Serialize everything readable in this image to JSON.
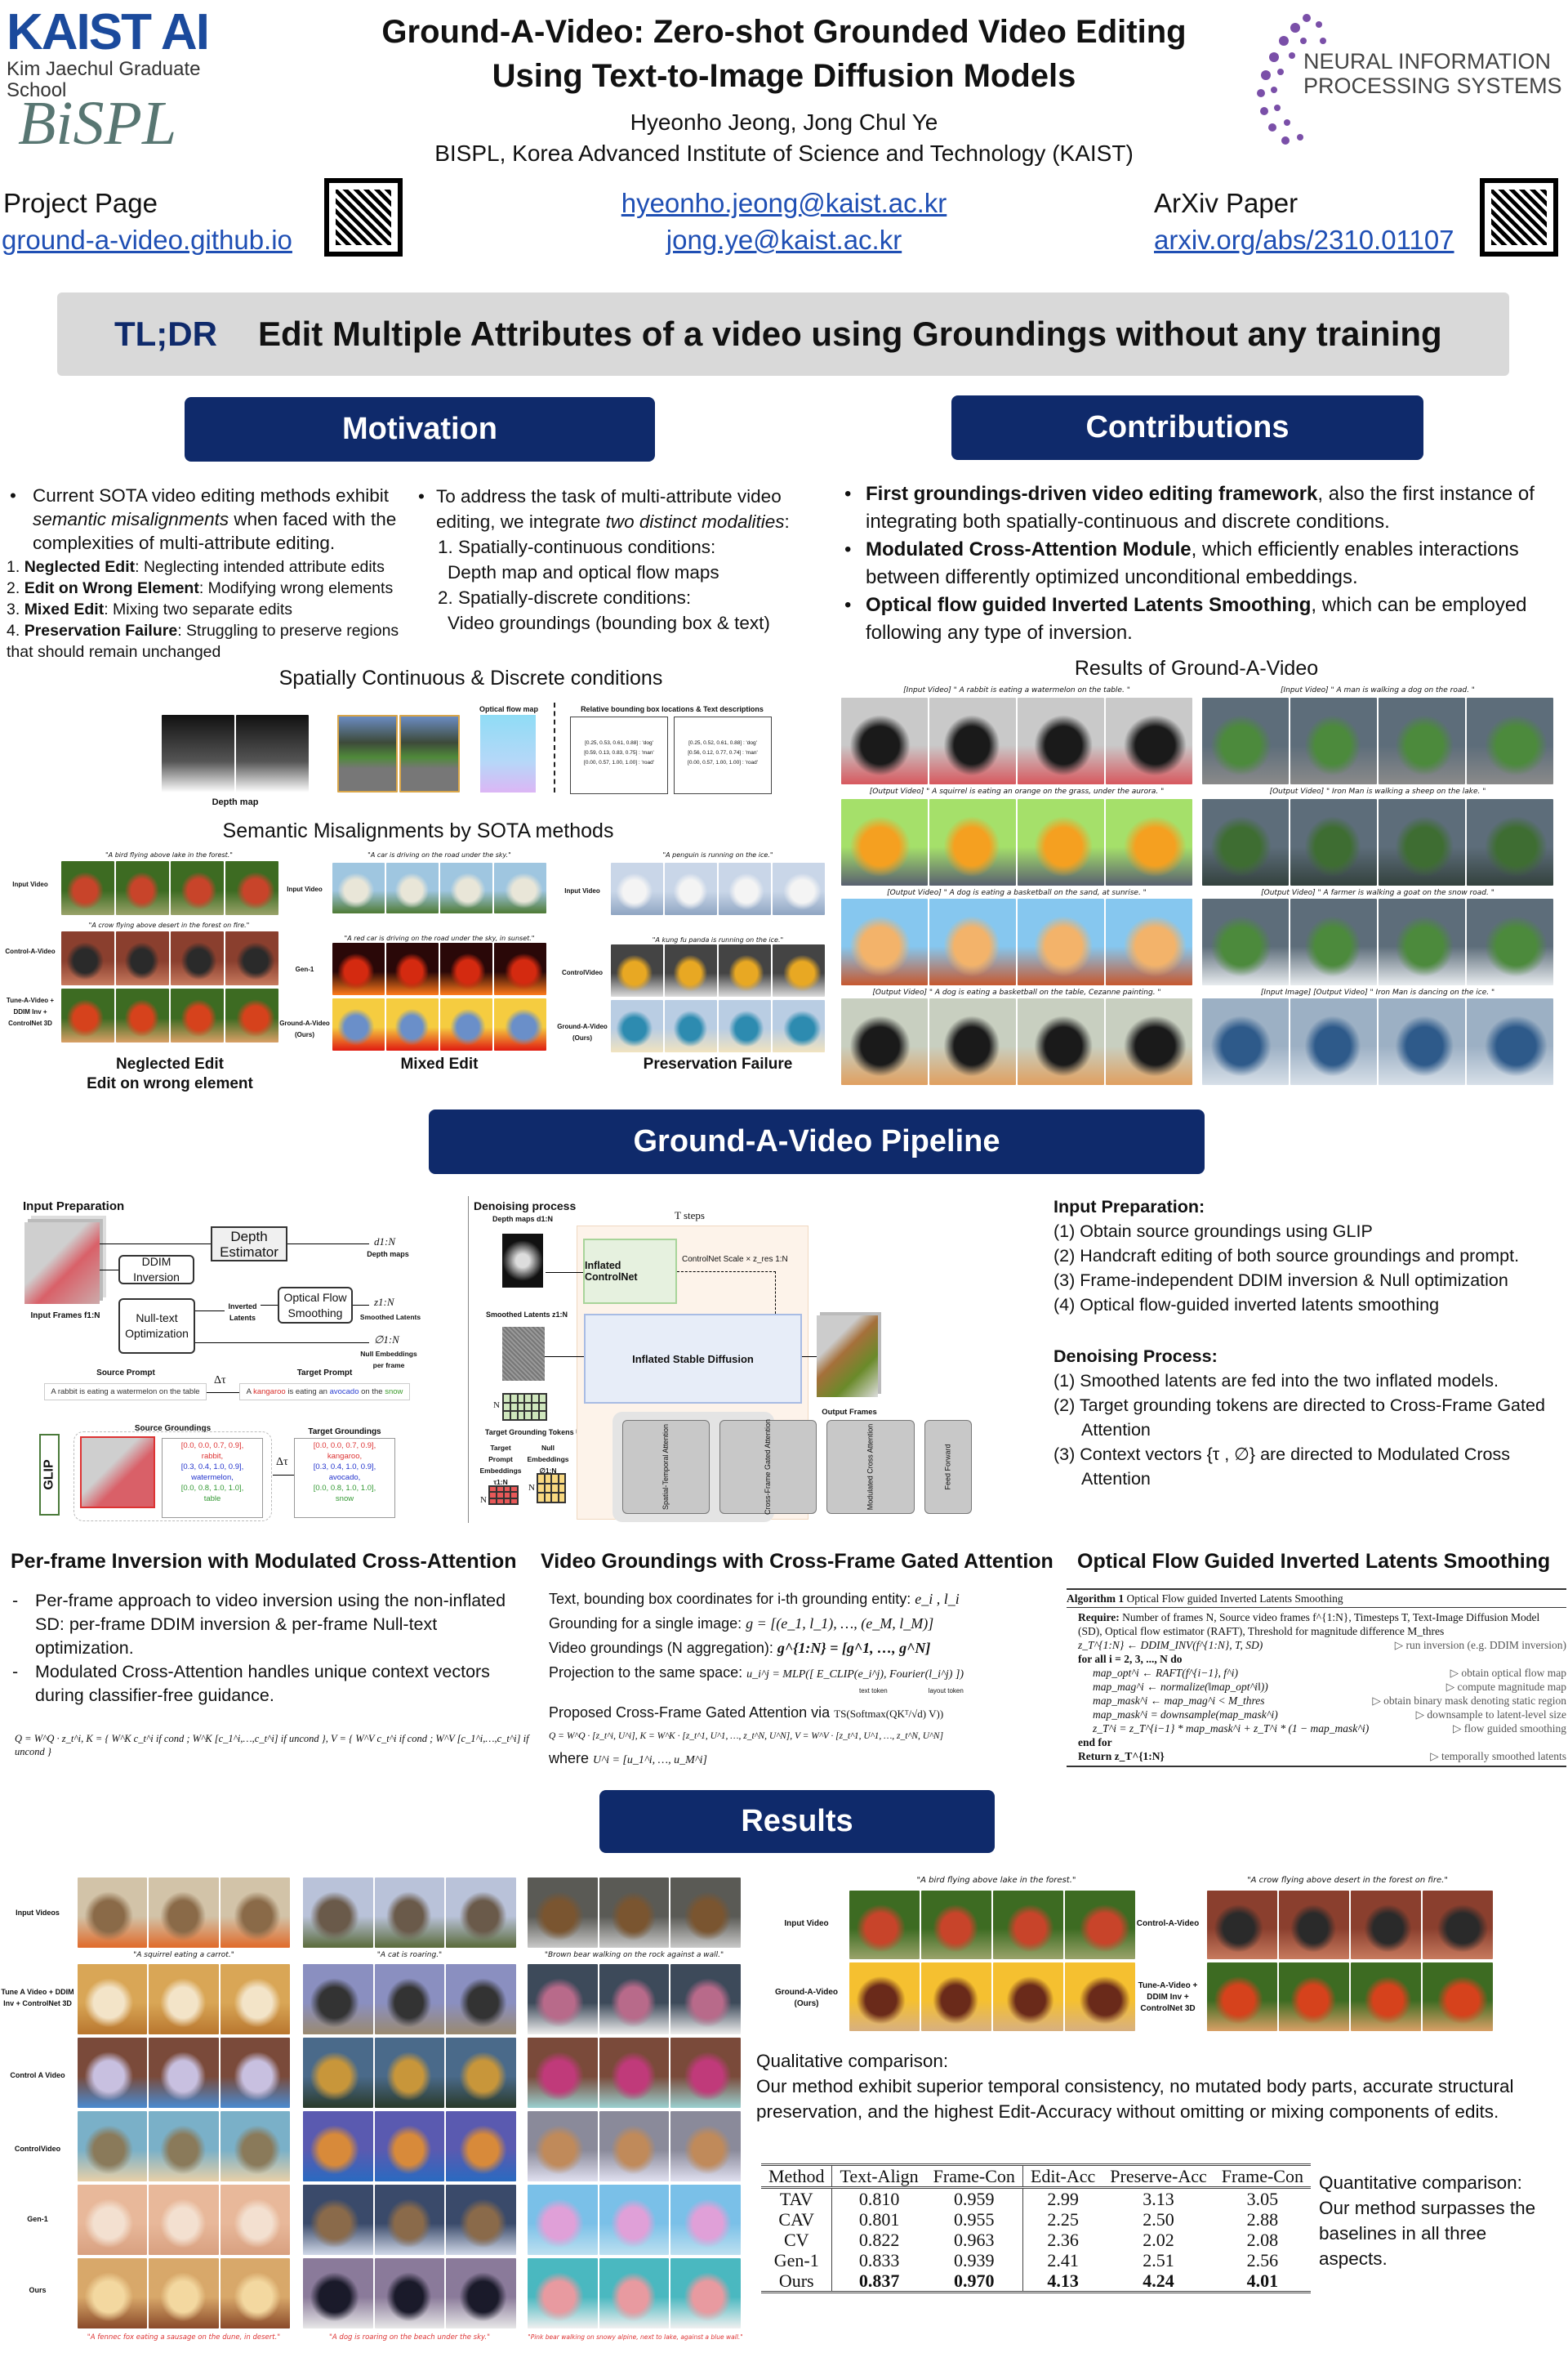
{
  "header": {
    "logo_kaist": "KAIST AI",
    "logo_kaist_sub": "Kim Jaechul Graduate School",
    "logo_bispl": "BiSPL",
    "logo_neurips": "NEURAL INFORMATION PROCESSING SYSTEMS",
    "title_line1": "Ground-A-Video: Zero-shot Grounded Video Editing",
    "title_line2": "Using Text-to-Image Diffusion Models",
    "authors": "Hyeonho Jeong,  Jong Chul Ye",
    "affiliation": "BISPL, Korea Advanced Institute of Science and Technology (KAIST)",
    "project_label": "Project Page",
    "project_link": "ground-a-video.github.io",
    "email1": "hyeonho.jeong@kaist.ac.kr",
    "email2": "jong.ye@kaist.ac.kr",
    "arxiv_label": "ArXiv Paper",
    "arxiv_link": "arxiv.org/abs/2310.01107"
  },
  "tldr": {
    "tag": "TL;DR",
    "text": "Edit Multiple Attributes of a video using Groundings without any training"
  },
  "motivation": {
    "title": "Motivation",
    "bullet1_pre": "Current SOTA video editing methods exhibit ",
    "bullet1_em": "semantic misalignments",
    "bullet1_post": " when faced with the complexities of multi-attribute editing.",
    "failures": [
      {
        "num": "1.",
        "name": "Neglected Edit",
        "desc": ": Neglecting intended attribute edits"
      },
      {
        "num": "2.",
        "name": "Edit on Wrong Element",
        "desc": ": Modifying wrong elements"
      },
      {
        "num": "3.",
        "name": "Mixed Edit",
        "desc": ": Mixing two separate edits"
      },
      {
        "num": "4.",
        "name": "Preservation Failure",
        "desc": ": Struggling to preserve regions that should remain unchanged"
      }
    ],
    "bullet2_pre": "To address the task of multi-attribute video editing, we integrate ",
    "bullet2_em": "two distinct modalities",
    "bullet2_post": ":",
    "cond1": "1. Spatially-continuous conditions:",
    "cond1_desc": "Depth map and optical flow maps",
    "cond2": "2. Spatially-discrete conditions:",
    "cond2_desc": "Video groundings (bounding box & text)"
  },
  "contributions": {
    "title": "Contributions",
    "items": [
      {
        "bold": "First groundings-driven video editing framework",
        "rest": ", also the first instance of integrating both spatially-continuous and discrete conditions."
      },
      {
        "bold": "Modulated Cross-Attention Module",
        "rest": ", which efficiently enables interactions between differently optimized unconditional embeddings."
      },
      {
        "bold": "Optical flow guided Inverted Latents Smoothing",
        "rest": ", which can be employed following any type of inversion."
      }
    ]
  },
  "conditions_fig": {
    "title": "Spatially Continuous & Discrete conditions",
    "depth_label": "Depth map",
    "flow_label": "Optical flow map",
    "bbox_label": "Relative bounding box locations & Text descriptions",
    "frame1": [
      "[0.25, 0.53, 0.61, 0.88] : 'dog'",
      "[0.59, 0.13, 0.83, 0.75] : 'man'",
      "[0.00, 0.57, 1.00, 1.00] : 'road'"
    ],
    "frame2": [
      "[0.25, 0.52, 0.61, 0.88] : 'dog'",
      "[0.56, 0.12, 0.77, 0.74] : 'man'",
      "[0.00, 0.57, 1.00, 1.00] : 'road'"
    ]
  },
  "misalign_fig": {
    "title": "Semantic Misalignments by SOTA methods",
    "g1": {
      "cap_in": "\"A bird flying above lake in the forest.\"",
      "cap_out": "\"A crow flying above desert in the forest on fire.\"",
      "row1": "Input Video",
      "row2": "Control-A-Video",
      "row3": "Tune-A-Video + DDIM Inv + ControlNet 3D",
      "title": "Neglected Edit",
      "title2": "Edit on wrong element"
    },
    "g2": {
      "cap_in": "\"A car is driving on the road under the sky.\"",
      "cap_out": "\"A red car is driving on the road under the sky, in sunset.\"",
      "row1": "Input Video",
      "row2": "Gen-1",
      "row3": "Ground-A-Video (Ours)",
      "title": "Mixed Edit"
    },
    "g3": {
      "cap_in": "\"A penguin is running on the ice.\"",
      "cap_out": "\"A kung fu panda is running on the ice.\"",
      "row1": "Input Video",
      "row2": "ControlVideo",
      "row3": "Ground-A-Video (Ours)",
      "title": "Preservation Failure"
    }
  },
  "results_fig": {
    "title": "Results of Ground-A-Video",
    "left": [
      "[Input Video]  \" A rabbit is eating a watermelon on the table. \"",
      "[Output Video]  \" A squirrel is eating an orange on the grass, under the aurora. \"",
      "[Output Video]  \" A dog is eating a basketball on the sand, at sunrise. \"",
      "[Output Video]  \" A dog is eating a basketball on the table, Cezanne painting. \""
    ],
    "right": [
      "[Input Video]  \" A man is walking a dog on the road. \"",
      "[Output Video]  \" Iron Man is walking a sheep on the lake. \"",
      "[Output Video]  \" A farmer is walking a goat on the snow road. \"",
      "[Input Image]      [Output Video]  \" Iron Man is dancing on the ice. \""
    ]
  },
  "pipeline": {
    "title": "Ground-A-Video Pipeline",
    "input_prep": "Input Preparation",
    "input_frames": "Input Frames  f1:N",
    "depth_estimator": "Depth Estimator",
    "ddim_inversion": "DDIM Inversion",
    "null_text": "Null-text Optimization",
    "inverted_latents": "Inverted Latents",
    "optical_flow_smoothing": "Optical Flow Smoothing",
    "out_depth": "d1:N",
    "out_depth_label": "Depth maps",
    "out_latent": "z1:N",
    "out_latent_label": "Smoothed Latents",
    "out_null": "∅1:N",
    "out_null_label": "Null Embeddings per frame",
    "source_prompt_label": "Source Prompt",
    "source_prompt": "A rabbit is eating a watermelon on the table",
    "target_prompt_label": "Target Prompt",
    "target_prompt": {
      "p1": "A ",
      "w1": "kangaroo",
      "p2": " is eating an ",
      "w2": "avocado",
      "p3": " on the ",
      "w3": "snow"
    },
    "delta": "Δτ",
    "glip": "GLIP",
    "source_groundings": "Source Groundings",
    "target_groundings": "Target Groundings",
    "src_g": [
      "[0.0, 0.0, 0.7, 0.9],",
      "rabbit,",
      "[0.3, 0.4, 1.0, 0.9],",
      "watermelon,",
      "[0.0, 0.8, 1.0, 1.0],",
      "table"
    ],
    "tgt_g": [
      "[0.0, 0.0, 0.7, 0.9],",
      "kangaroo,",
      "[0.3, 0.4, 1.0, 0.9],",
      "avocado,",
      "[0.0, 0.8, 1.0, 1.0],",
      "snow"
    ],
    "denoising": "Denoising process",
    "depth_maps": "Depth maps  d1:N",
    "smoothed_latents": "Smoothed Latents  z1:N",
    "t_steps": "T steps",
    "controlnet": "Inflated ControlNet",
    "controlnet_scale": "ControlNet Scale × z_res 1:N",
    "stable_diffusion": "Inflated Stable Diffusion",
    "output_frames": "Output Frames",
    "grounding_tokens": "Target Grounding Tokens  U1:N",
    "prompt_emb": "Target Prompt Embeddings  τ1:N",
    "null_emb": "Null Embeddings  ∅1:N",
    "n": "N",
    "blocks": [
      "Spatial-Temporal Attention",
      "Cross-Frame Gated Attention",
      "Modulated Cross Attention",
      "Feed Forward"
    ],
    "desc": {
      "prep_title": "Input Preparation:",
      "prep": [
        "(1) Obtain source groundings using GLIP",
        "(2) Handcraft editing of both source groundings and prompt.",
        "(3) Frame-independent DDIM inversion & Null optimization",
        "(4) Optical flow-guided inverted latents smoothing"
      ],
      "den_title": "Denoising Process:",
      "den": [
        "(1) Smoothed latents are fed into the two inflated models.",
        "(2) Target grounding tokens are directed to Cross-Frame Gated Attention",
        "(3) Context vectors {τ , ∅} are directed to Modulated Cross Attention"
      ]
    }
  },
  "perframe": {
    "title": "Per-frame Inversion with Modulated Cross-Attention",
    "items": [
      "Per-frame approach to video inversion using the non-inflated SD: per-frame DDIM inversion & per-frame Null-text optimization.",
      "Modulated Cross-Attention handles unique context vectors during classifier-free guidance."
    ],
    "formula": "Q = W^Q · z_t^i,   K = { W^K c_t^i  if cond ; W^K [c_1^i,…,c_t^i]  if uncond },   V = { W^V c_t^i  if cond ; W^V [c_1^i,…,c_t^i]  if uncond }"
  },
  "groundings": {
    "title": "Video Groundings with Cross-Frame Gated Attention",
    "l1": "Text, bounding box coordinates for i-th grounding entity:",
    "l1m": "e_i ,  l_i",
    "l2": "Grounding for a single image:",
    "l2m": "g = [(e_1, l_1), …, (e_M, l_M)]",
    "l3": "Video groundings (N aggregation):",
    "l3m": "g^{1:N} = [g^1, …, g^N]",
    "l4": "Projection to the same space:",
    "l4m": "u_i^j = MLP([ E_CLIP(e_i^j), Fourier(l_i^j) ])",
    "text_token": "text token",
    "layout_token": "layout token",
    "l5": "Proposed Cross-Frame Gated Attention via",
    "l5m": "TS(Softmax(QKᵀ/√d) V))",
    "l6m": "Q = W^Q · [z_t^i, U^i],   K = W^K · [z_t^1, U^1, …, z_t^N, U^N],   V = W^V · [z_t^1, U^1, …, z_t^N, U^N]",
    "l7": "where",
    "l7m": "U^i = [u_1^i, …, u_M^i]"
  },
  "flow": {
    "title": "Optical Flow Guided Inverted Latents Smoothing",
    "alg_title_b": "Algorithm 1",
    "alg_title": " Optical Flow guided Inverted Latents Smoothing",
    "require_b": "Require:",
    "require": " Number of frames N, Source video frames f^{1:N}, Timesteps T, Text-Image Diffusion Model (SD), Optical flow estimator (RAFT), Threshold for magnitude difference M_thres",
    "lines": [
      {
        "code": "z_T^{1:N} ← DDIM_INV(f^{1:N}, T, SD)",
        "comment": "▷ run inversion (e.g. DDIM inversion)",
        "indent": 0
      },
      {
        "code": "for all i = 2, 3, ..., N do",
        "comment": "",
        "indent": 0
      },
      {
        "code": "map_opt^i ← RAFT(f^{i−1}, f^i)",
        "comment": "▷ obtain optical flow map",
        "indent": 1
      },
      {
        "code": "map_mag^i ← normalize(‖map_opt^i‖))",
        "comment": "▷ compute magnitude map",
        "indent": 1
      },
      {
        "code": "map_mask^i ← map_mag^i < M_thres",
        "comment": "▷ obtain binary mask denoting static region",
        "indent": 1
      },
      {
        "code": "map_mask^i = downsample(map_mask^i)",
        "comment": "▷ downsample to latent-level size",
        "indent": 1
      },
      {
        "code": "z_T^i = z_T^{i−1} * map_mask^i + z_T^i * (1 − map_mask^i)",
        "comment": "▷ flow guided smoothing",
        "indent": 1
      },
      {
        "code": "end for",
        "comment": "",
        "indent": 0
      },
      {
        "code": "Return z_T^{1:N}",
        "comment": "▷ temporally smoothed latents",
        "indent": 0
      }
    ]
  },
  "results": {
    "title": "Results",
    "row_labels": [
      "Input Videos",
      "Tune A Video + DDIM Inv + ControlNet 3D",
      "Control A Video",
      "ControlVideo",
      "Gen-1",
      "Ours"
    ],
    "input_caps": [
      "\"A squirrel eating a carrot.\"",
      "\"A cat is roaring.\"",
      "\"Brown bear walking on the rock against a wall.\""
    ],
    "output_caps": [
      "\"A fennec fox eating a sausage on the dune, in desert.\"",
      "\"A dog is roaring on the beach under the sky.\"",
      "\"Pink bear walking on snowy alpine, next to lake, against a blue wall.\""
    ],
    "qual_fig": {
      "cap_l": "\"A bird flying above lake in the forest.\"",
      "cap_r": "\"A crow flying above desert in the forest on fire.\"",
      "l1": "Input Video",
      "l2": "Ground-A-Video (Ours)",
      "r1": "Control-A-Video",
      "r2": "Tune-A-Video + DDIM Inv + ControlNet 3D"
    },
    "qual_title": "Qualitative comparison:",
    "qual_text": "Our method exhibit superior temporal consistency, no mutated body parts, accurate structural preservation, and the highest Edit-Accuracy without omitting or mixing components of edits.",
    "table": {
      "headers": [
        "Method",
        "Text-Align",
        "Frame-Con",
        "Edit-Acc",
        "Preserve-Acc",
        "Frame-Con"
      ],
      "rows": [
        [
          "TAV",
          "0.810",
          "0.959",
          "2.99",
          "3.13",
          "3.05"
        ],
        [
          "CAV",
          "0.801",
          "0.955",
          "2.25",
          "2.50",
          "2.88"
        ],
        [
          "CV",
          "0.822",
          "0.963",
          "2.36",
          "2.02",
          "2.08"
        ],
        [
          "Gen-1",
          "0.833",
          "0.939",
          "2.41",
          "2.51",
          "2.56"
        ],
        [
          "Ours",
          "0.837",
          "0.970",
          "4.13",
          "4.24",
          "4.01"
        ]
      ]
    },
    "quant_title": "Quantitative comparison:",
    "quant_text": "Our method surpasses the baselines in all three aspects."
  },
  "colors": {
    "navy": "#0f2a6b",
    "tldr_bg": "#d9d9d9",
    "tldr_text": "#0f2a6b",
    "link": "#1f4fb4"
  }
}
